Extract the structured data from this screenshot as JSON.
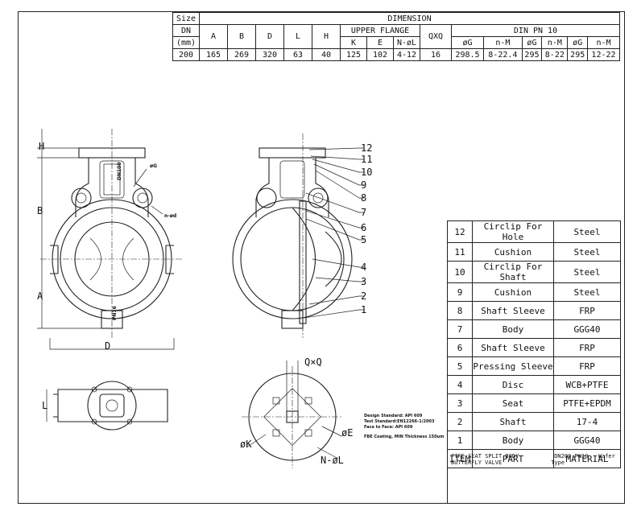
{
  "dimension_table": {
    "size_label": "Size",
    "dimension_label": "DIMENSION",
    "dn_label": "DN",
    "mm_label": "(mm)",
    "col_a": "A",
    "col_b": "B",
    "col_d": "D",
    "col_l": "L",
    "col_h": "H",
    "upper_flange_label": "UPPER FLANGE",
    "col_k": "K",
    "col_e": "E",
    "col_nl": "N-øL",
    "qxq_label": "QXQ",
    "din_label": "DIN PN 10",
    "col_g1": "øG",
    "col_nm1": "n-M",
    "col_g2": "øG",
    "col_nm2": "n-M",
    "col_g3": "øG",
    "col_nm3": "n-M",
    "row": {
      "dn": "200",
      "a": "165",
      "b": "269",
      "d": "320",
      "l": "63",
      "h": "40",
      "k": "125",
      "e": "102",
      "nl": "4-12",
      "qxq": "16",
      "g1": "298.5",
      "nm1": "8-22.4",
      "g2": "295",
      "nm2": "8-22",
      "g3": "295",
      "nm3": "12-22"
    }
  },
  "parts": [
    {
      "no": "12",
      "part": "Circlip For Hole",
      "material": "Steel"
    },
    {
      "no": "11",
      "part": "Cushion",
      "material": "Steel"
    },
    {
      "no": "10",
      "part": "Circlip For Shaft",
      "material": "Steel"
    },
    {
      "no": "9",
      "part": "Cushion",
      "material": "Steel"
    },
    {
      "no": "8",
      "part": "Shaft Sleeve",
      "material": "FRP"
    },
    {
      "no": "7",
      "part": "Body",
      "material": "GGG40"
    },
    {
      "no": "6",
      "part": "Shaft Sleeve",
      "material": "FRP"
    },
    {
      "no": "5",
      "part": "Pressing Sleeve",
      "material": "FRP"
    },
    {
      "no": "4",
      "part": "Disc",
      "material": "WCB+PTFE"
    },
    {
      "no": "3",
      "part": "Seat",
      "material": "PTFE+EPDM"
    },
    {
      "no": "2",
      "part": "Shaft",
      "material": "17-4"
    },
    {
      "no": "1",
      "part": "Body",
      "material": "GGG40"
    }
  ],
  "parts_header": {
    "item": "ITEM",
    "part": "PART",
    "material": "MATERIAL"
  },
  "title_block": {
    "name": "PTFE SEAT SPLIT BODY BUTTERFLY VALVE",
    "spec": "DN200-PN10",
    "type": "Wafer Type"
  },
  "notes": {
    "line1": "Design Standard:  API 609",
    "line2": "Test Standard:EN12266-1/2003",
    "line3": "Face to Face: API 609",
    "line4": "FBE Coating, MIN Thickness 150um"
  },
  "front_view": {
    "label_h": "H",
    "label_b": "B",
    "label_a": "A",
    "label_d": "D",
    "label_g": "øG",
    "label_nd": "n-ød",
    "stamp_dn": "DN100",
    "stamp_pn": "PN16"
  },
  "side_view": {
    "callouts": [
      "12",
      "11",
      "10",
      "9",
      "8",
      "7",
      "6",
      "5",
      "4",
      "3",
      "2",
      "1"
    ]
  },
  "flange_view": {
    "label_qxq": "Q×Q",
    "label_k": "øK",
    "label_e": "øE",
    "label_nl": "N-øL"
  },
  "bottom_view": {
    "label_l": "L"
  }
}
